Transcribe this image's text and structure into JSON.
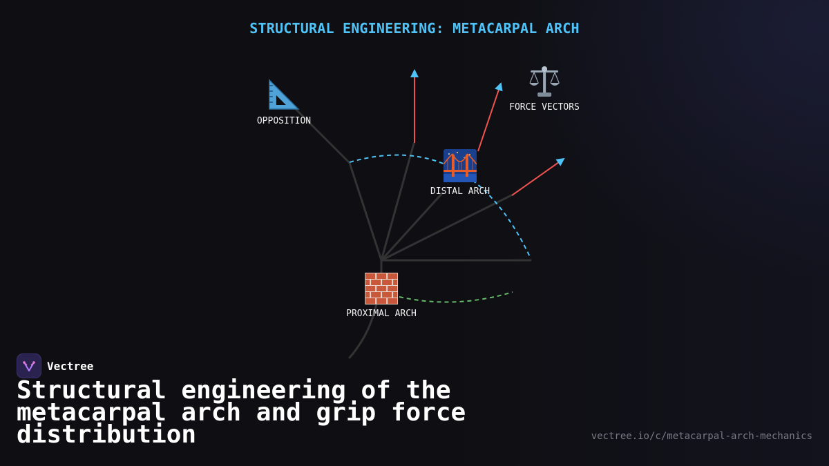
{
  "title": "STRUCTURAL ENGINEERING: METACARPAL ARCH",
  "nodes": {
    "opposition": {
      "label": "OPPOSITION",
      "icon": "triangular-ruler"
    },
    "force_vectors": {
      "label": "FORCE VECTORS",
      "icon": "balance-scale"
    },
    "distal_arch": {
      "label": "DISTAL ARCH",
      "icon": "suspension-bridge"
    },
    "proximal_arch": {
      "label": "PROXIMAL ARCH",
      "icon": "brick-wall"
    }
  },
  "colors": {
    "accent": "#4fc3f7",
    "force_arrow": "#ef5350",
    "bone_lines": "#333333",
    "distal_arc": "#4fc3f7",
    "proximal_arc": "#66bb6a"
  },
  "brand": {
    "name": "Vectree"
  },
  "headline": "Structural engineering of the metacarpal arch and grip force distribution",
  "url": "vectree.io/c/metacarpal-arch-mechanics"
}
